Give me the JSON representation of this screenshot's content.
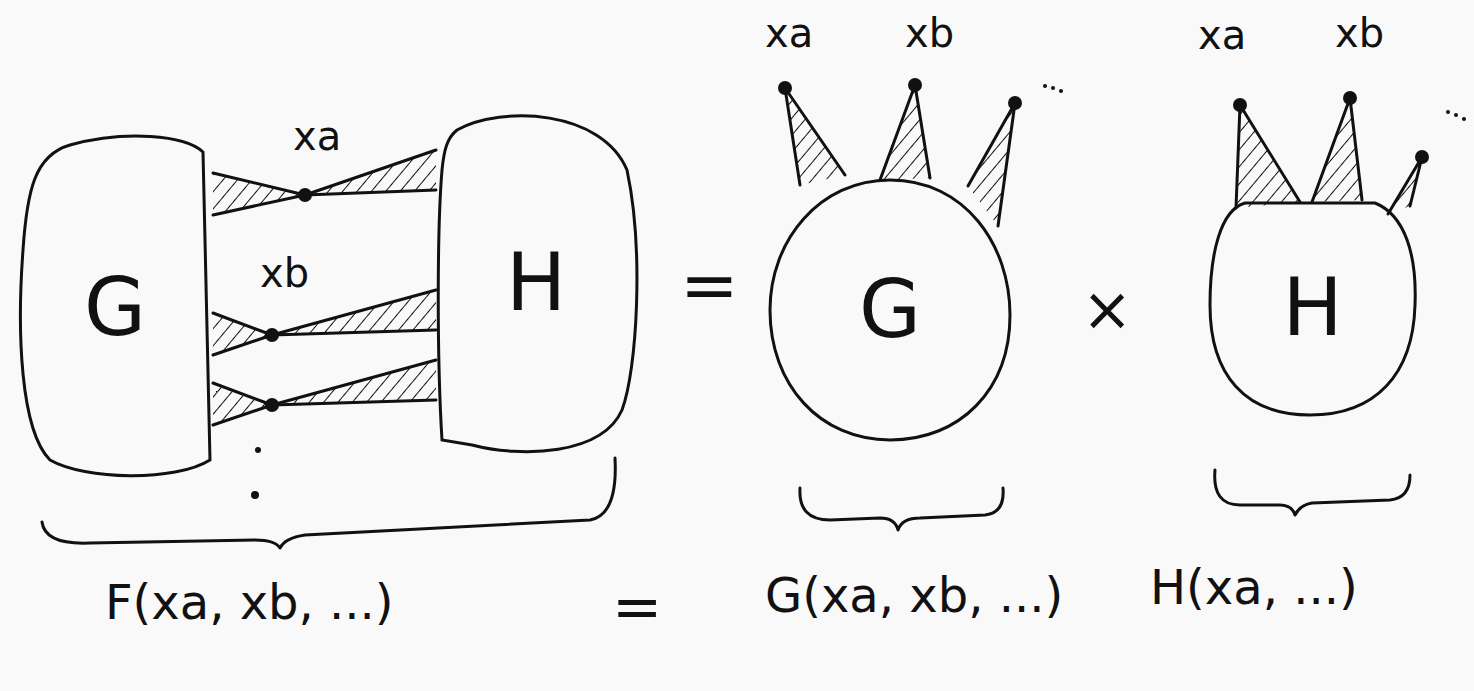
{
  "diagram": {
    "nodes": [
      {
        "text": [
          "G"
        ]
      },
      {
        "text": [
          "H"
        ]
      },
      {
        "text": [
          "G"
        ]
      },
      {
        "text": [
          "H"
        ]
      }
    ],
    "edges": [
      {
        "from": 0,
        "to": 1,
        "arrow": "none",
        "label": "xa"
      },
      {
        "from": 0,
        "to": 1,
        "arrow": "none",
        "label": "xb"
      },
      {
        "from": 0,
        "to": 1,
        "arrow": "none"
      }
    ],
    "labels": [
      "xa",
      "xb",
      "xa",
      "xb",
      "=",
      "×",
      "F(xa, xb, ...)",
      "=",
      "G(xa, xb, ...)",
      "H(xa, ...)"
    ]
  }
}
